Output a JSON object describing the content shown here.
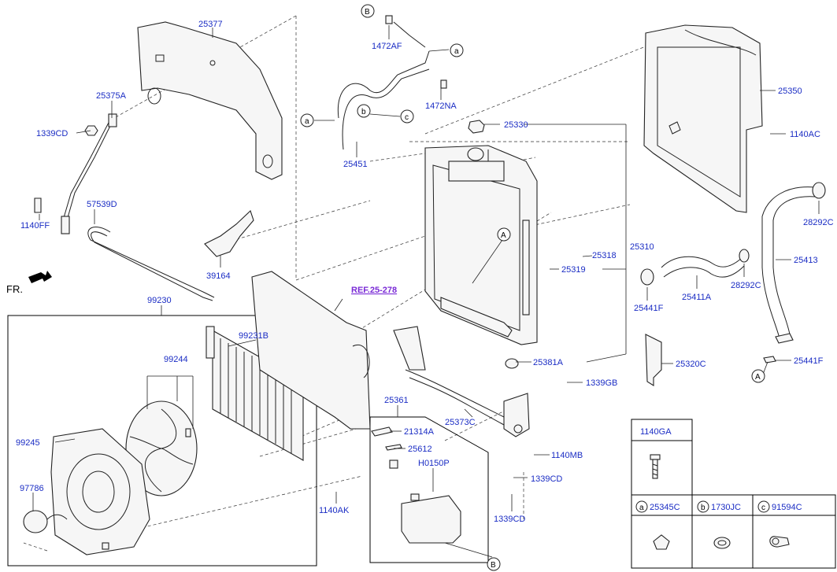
{
  "direction": "FR.",
  "reference": "REF.25-278",
  "labels": {
    "p25377": "25377",
    "p25375A": "25375A",
    "p1339CD_a": "1339CD",
    "p1140FF": "1140FF",
    "p57539D": "57539D",
    "p39164": "39164",
    "p99230": "99230",
    "p99231B": "99231B",
    "p99244": "99244",
    "p99245": "99245",
    "p97786": "97786",
    "p1140AK": "1140AK",
    "p1472AF": "1472AF",
    "p1472NA": "1472NA",
    "p25451": "25451",
    "p25330": "25330",
    "p25310": "25310",
    "p25318": "25318",
    "p25319": "25319",
    "p25381A": "25381A",
    "p1339GB": "1339GB",
    "p25373C": "25373C",
    "p1140MB": "1140MB",
    "p1339CD_b": "1339CD",
    "p1339CD_c": "1339CD",
    "p25361": "25361",
    "p21314A": "21314A",
    "p25612": "25612",
    "pH0150P": "H0150P",
    "p25350": "25350",
    "p1140AC": "1140AC",
    "p28292C_a": "28292C",
    "p28292C_b": "28292C",
    "p25413": "25413",
    "p25411A": "25411A",
    "p25441F_a": "25441F",
    "p25441F_b": "25441F",
    "p25320C": "25320C"
  },
  "callouts": {
    "B": "B",
    "a": "a",
    "b": "b",
    "c": "c",
    "A": "A"
  },
  "legend": {
    "p1140GA": "1140GA",
    "a_code": "25345C",
    "b_code": "1730JC",
    "c_code": "91594C",
    "a_letter": "a",
    "b_letter": "b",
    "c_letter": "c"
  }
}
